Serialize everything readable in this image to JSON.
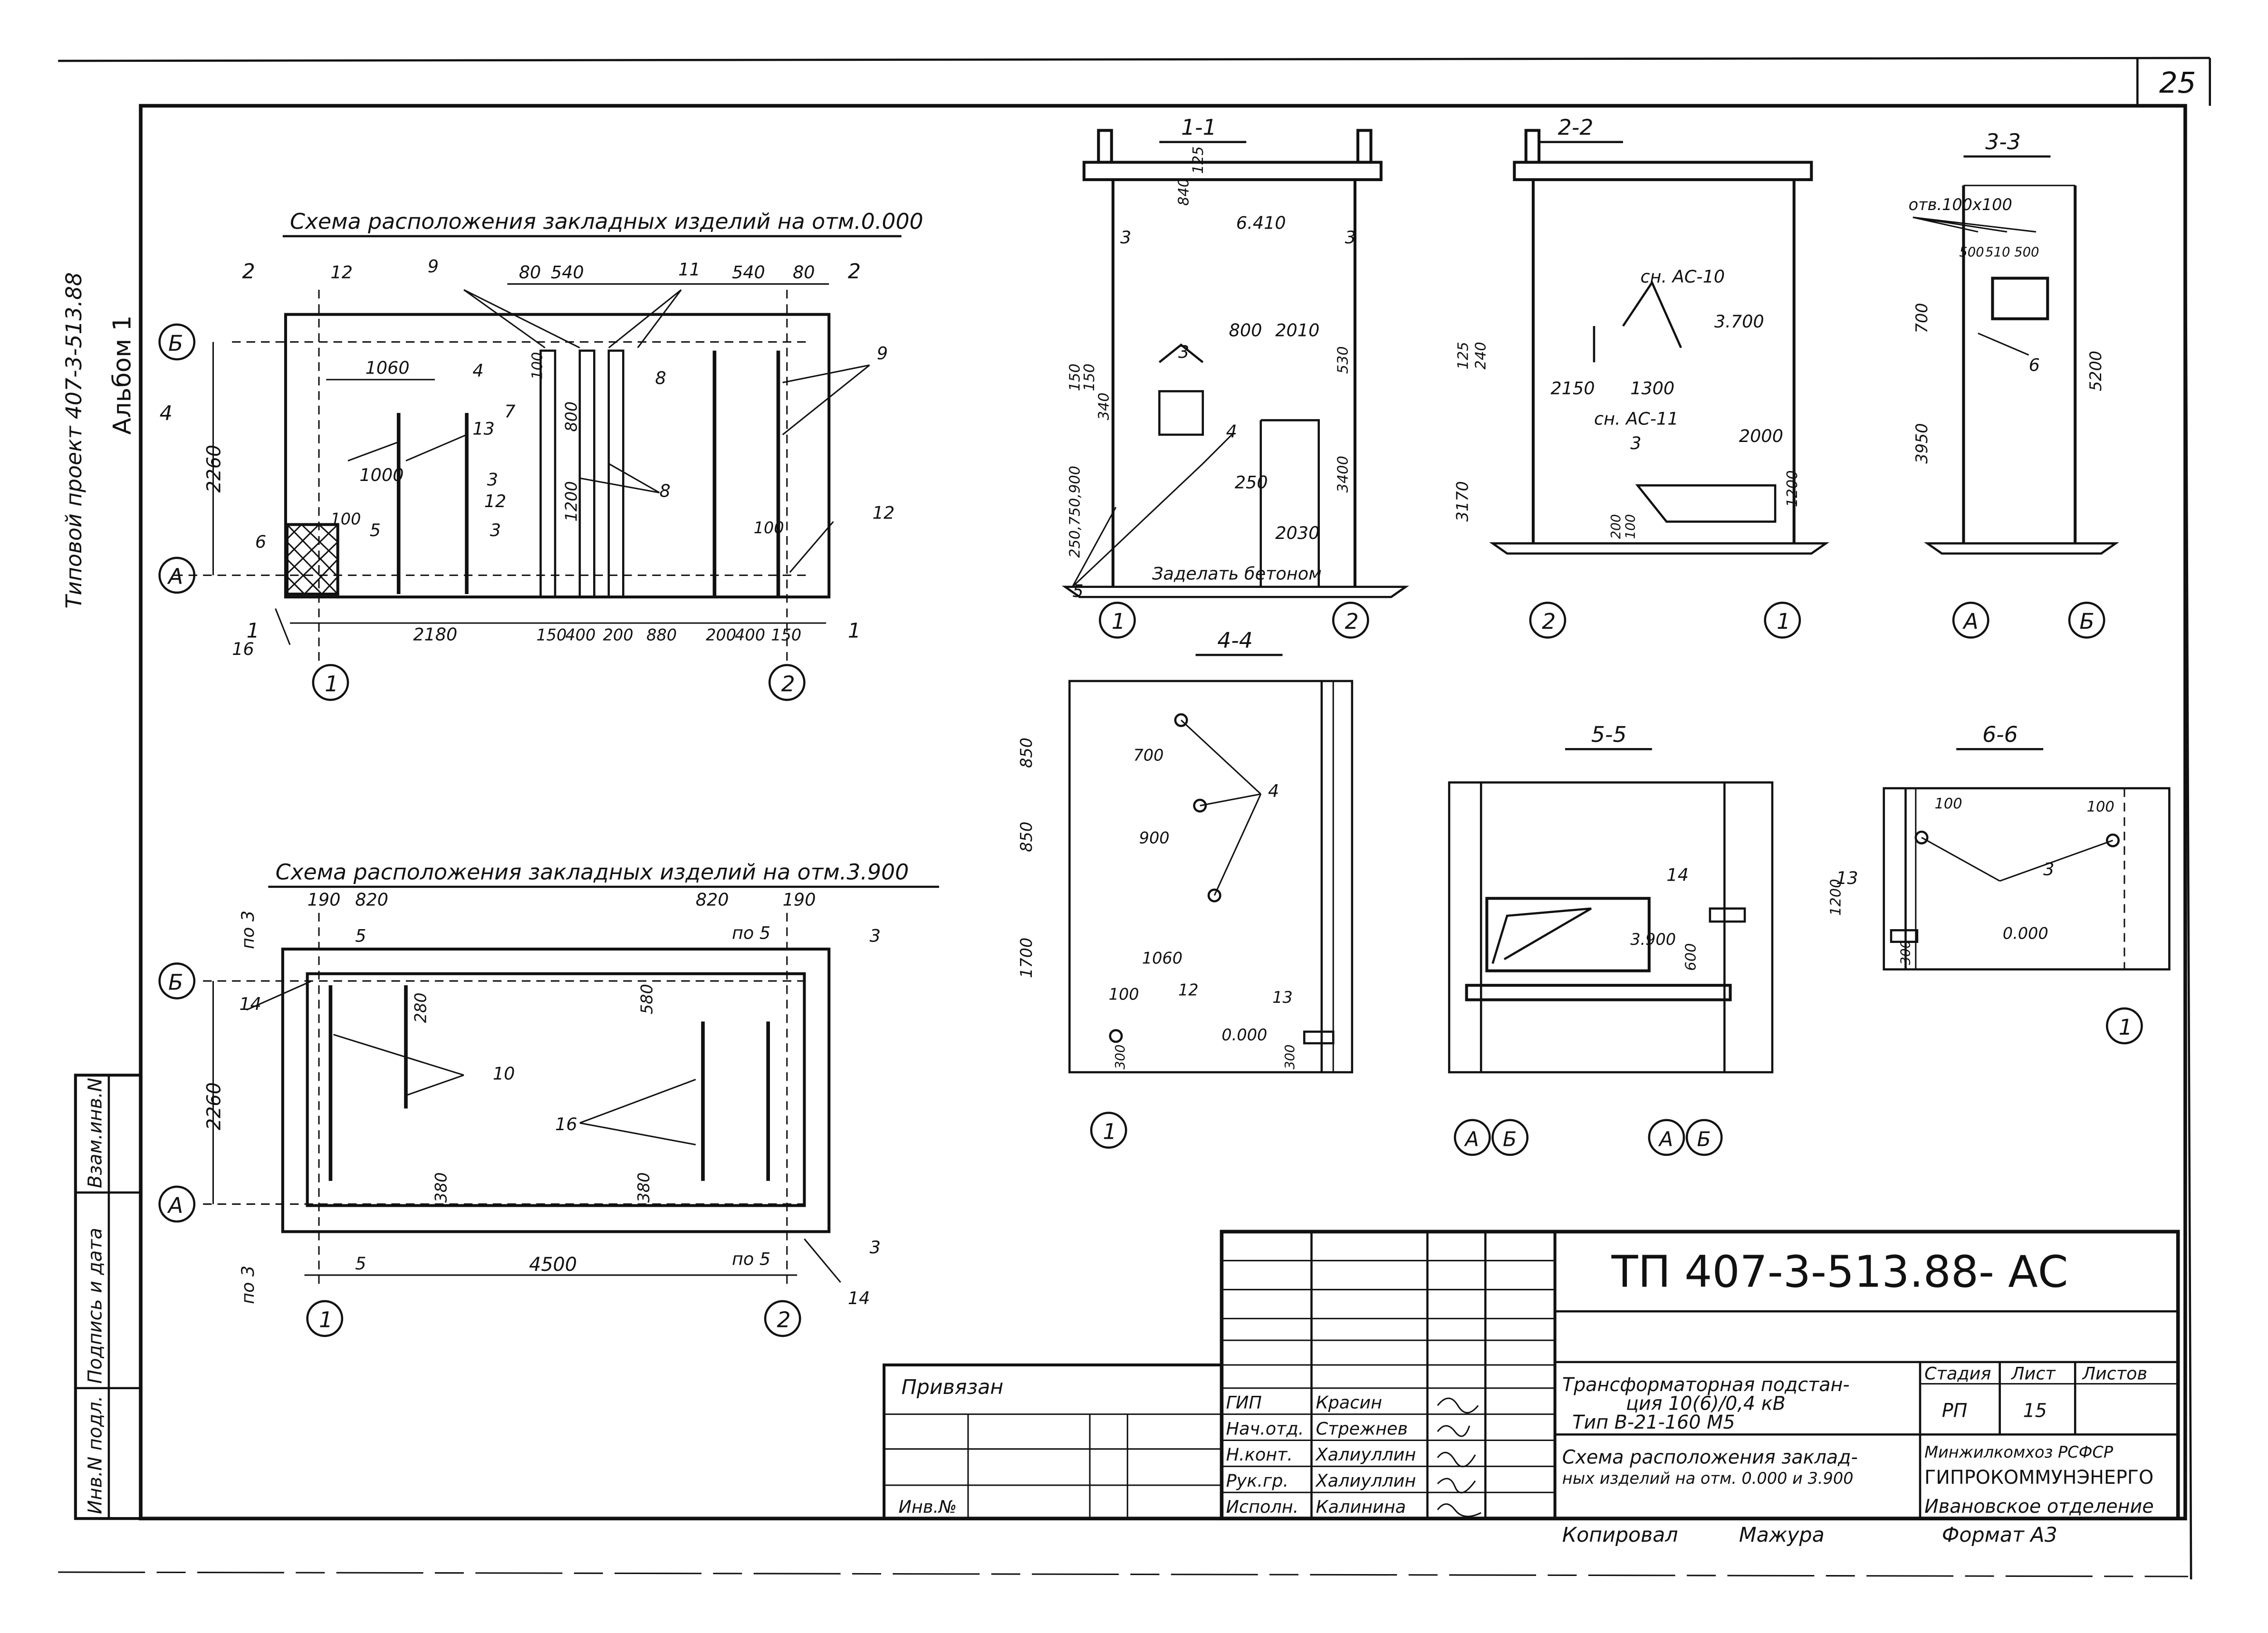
{
  "sheet_number": "25",
  "left_margin": {
    "project_text": "Типовой проект 407-3-513.88",
    "album": "Альбом 1"
  },
  "plan1": {
    "title": "Схема расположения закладных изделий на отм.0.000",
    "axes": [
      "Б",
      "А",
      "1",
      "2"
    ],
    "section_marks": [
      "2",
      "2",
      "1",
      "1",
      "4"
    ],
    "callouts": [
      "12",
      "9",
      "11",
      "9",
      "8",
      "8",
      "7",
      "13",
      "3",
      "12",
      "3",
      "5",
      "6",
      "4",
      "100",
      "100",
      "12",
      "16"
    ],
    "dims_top": [
      "80",
      "540",
      "540",
      "80"
    ],
    "dims_misc": [
      "1060",
      "1000",
      "2260",
      "100",
      "800",
      "1200"
    ],
    "dims_bottom": [
      "2180",
      "150",
      "400",
      "200",
      "880",
      "200",
      "400",
      "150"
    ]
  },
  "plan2": {
    "title": "Схема расположения закладных изделий на отм.3.900",
    "axes": [
      "Б",
      "А",
      "1",
      "2"
    ],
    "marks": [
      "по 3",
      "по 3",
      "по 5",
      "по 5",
      "3",
      "3",
      "5",
      "5"
    ],
    "callouts": [
      "14",
      "10",
      "16",
      "14"
    ],
    "dims_top": [
      "190",
      "820",
      "820",
      "190"
    ],
    "dims_misc": [
      "2260",
      "280",
      "580",
      "380",
      "380"
    ],
    "dims_bottom": [
      "4500"
    ]
  },
  "sec11": {
    "title": "1-1",
    "axes": [
      "1",
      "2"
    ],
    "labels": [
      "3",
      "3",
      "6.410",
      "800",
      "2010",
      "3",
      "4",
      "5",
      "250",
      "2030",
      "Заделать бетоном"
    ],
    "dims": [
      "125",
      "840",
      "150",
      "150",
      "250,750,900",
      "340",
      "530",
      "3400"
    ]
  },
  "sec22": {
    "title": "2-2",
    "axes": [
      "2",
      "1"
    ],
    "labels": [
      "сн. АС-10",
      "3.700",
      "2150",
      "1300",
      "сн. АС-11",
      "3",
      "2000"
    ],
    "dims": [
      "125",
      "240",
      "3170",
      "1200",
      "200",
      "100"
    ]
  },
  "sec33": {
    "title": "3-3",
    "axes": [
      "А",
      "Б"
    ],
    "labels": [
      "отв.100х100",
      "6",
      "500",
      "510",
      "500"
    ],
    "dims": [
      "700",
      "3950",
      "5200"
    ]
  },
  "sec44": {
    "title": "4-4",
    "axes": [
      "1"
    ],
    "labels": [
      "700",
      "900",
      "4",
      "1060",
      "100",
      "12",
      "13",
      "0.000"
    ],
    "dims": [
      "850",
      "850",
      "1700",
      "300",
      "300"
    ]
  },
  "sec55": {
    "title": "5-5",
    "axes": [
      "А",
      "Б",
      "А",
      "Б"
    ],
    "labels": [
      "14",
      "3.900",
      "600"
    ]
  },
  "sec66": {
    "title": "6-6",
    "axes": [
      "1"
    ],
    "labels": [
      "100",
      "100",
      "3",
      "13",
      "1200",
      "300",
      "0.000"
    ]
  },
  "title_block": {
    "code": "ТП 407-3-513.88-  АС",
    "description": [
      "Трансформаторная подстан-",
      "ция 10(6)/0,4 кВ",
      "Тип В-21-160 М5"
    ],
    "sheet_title": [
      "Схема расположения заклад-",
      "ных изделий на отм. 0.000 и 3.900"
    ],
    "stage_headers": [
      "Стадия",
      "Лист",
      "Листов"
    ],
    "stage_values": [
      "РП",
      "15",
      ""
    ],
    "org": [
      "Минжилкомхоз РСФСР",
      "ГИПРОКОММУНЭНЕРГО",
      "Ивановское отделение"
    ],
    "signatures": [
      {
        "role": "ГИП",
        "name": "Красин"
      },
      {
        "role": "Нач.отд.",
        "name": "Стрежнев"
      },
      {
        "role": "Н.конт.",
        "name": "Халиуллин"
      },
      {
        "role": "Рук.гр.",
        "name": "Халиуллин"
      },
      {
        "role": "Исполн.",
        "name": "Калинина"
      }
    ],
    "privyazan": "Привязан",
    "inv": "Инв.№",
    "copied": "Копировал",
    "copier": "Мажура",
    "format": "Формат А3"
  },
  "side_stamp": [
    "Инв.N подл.",
    "Подпись и дата",
    "Взам.инв.N"
  ]
}
